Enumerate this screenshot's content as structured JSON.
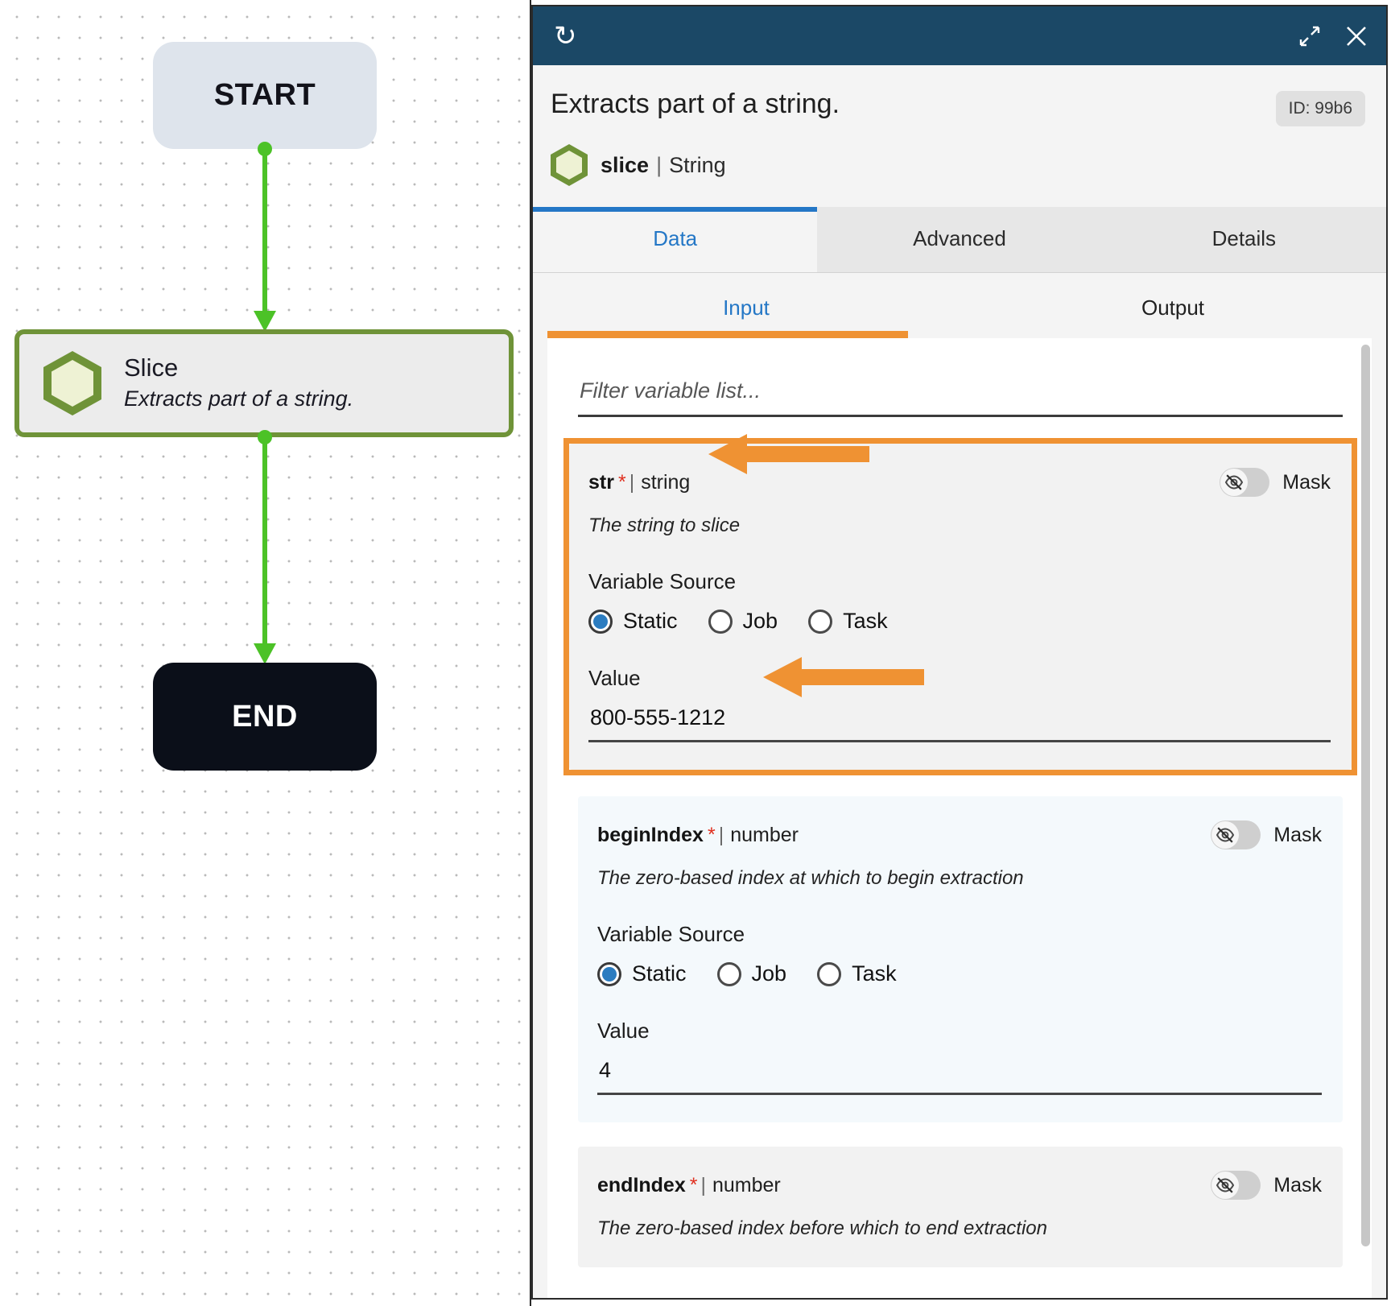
{
  "canvas": {
    "nodes": [
      {
        "id": "start",
        "label": "START"
      },
      {
        "id": "slice",
        "title": "Slice",
        "subtitle": "Extracts part of a string.",
        "icon": "hexagon-icon"
      },
      {
        "id": "end",
        "label": "END"
      }
    ]
  },
  "panel": {
    "titlebar": {
      "refresh_icon": "refresh-icon",
      "restore_icon": "restore-icon",
      "close_icon": "close-icon"
    },
    "title": "Extracts part of a string.",
    "id_badge": "ID: 99b6",
    "node_name": "slice",
    "node_separator": "|",
    "node_category": "String",
    "main_tabs": [
      {
        "label": "Data",
        "active": true
      },
      {
        "label": "Advanced",
        "active": false
      },
      {
        "label": "Details",
        "active": false
      }
    ],
    "sub_tabs": [
      {
        "label": "Input",
        "active": true
      },
      {
        "label": "Output",
        "active": false
      }
    ],
    "filter": {
      "placeholder": "Filter variable list...",
      "value": ""
    },
    "variables": [
      {
        "name": "str",
        "required_marker": "*",
        "separator": "|",
        "type": "string",
        "description": "The string to slice",
        "mask_label": "Mask",
        "mask_on": false,
        "source_label": "Variable Source",
        "source_options": [
          "Static",
          "Job",
          "Task"
        ],
        "source_selected": "Static",
        "value_label": "Value",
        "value": "800-555-1212",
        "highlighted": true
      },
      {
        "name": "beginIndex",
        "required_marker": "*",
        "separator": "|",
        "type": "number",
        "description": "The zero-based index at which to begin extraction",
        "mask_label": "Mask",
        "mask_on": false,
        "source_label": "Variable Source",
        "source_options": [
          "Static",
          "Job",
          "Task"
        ],
        "source_selected": "Static",
        "value_label": "Value",
        "value": "4",
        "highlighted": false
      },
      {
        "name": "endIndex",
        "required_marker": "*",
        "separator": "|",
        "type": "number",
        "description": "The zero-based index before which to end extraction",
        "mask_label": "Mask",
        "mask_on": false,
        "highlighted": false
      }
    ]
  },
  "colors": {
    "titlebar": "#1b4866",
    "accent_blue": "#2477c6",
    "accent_orange": "#ef9233",
    "node_green": "#6f9338",
    "edge_green": "#4cc227",
    "required_red": "#e03020"
  }
}
